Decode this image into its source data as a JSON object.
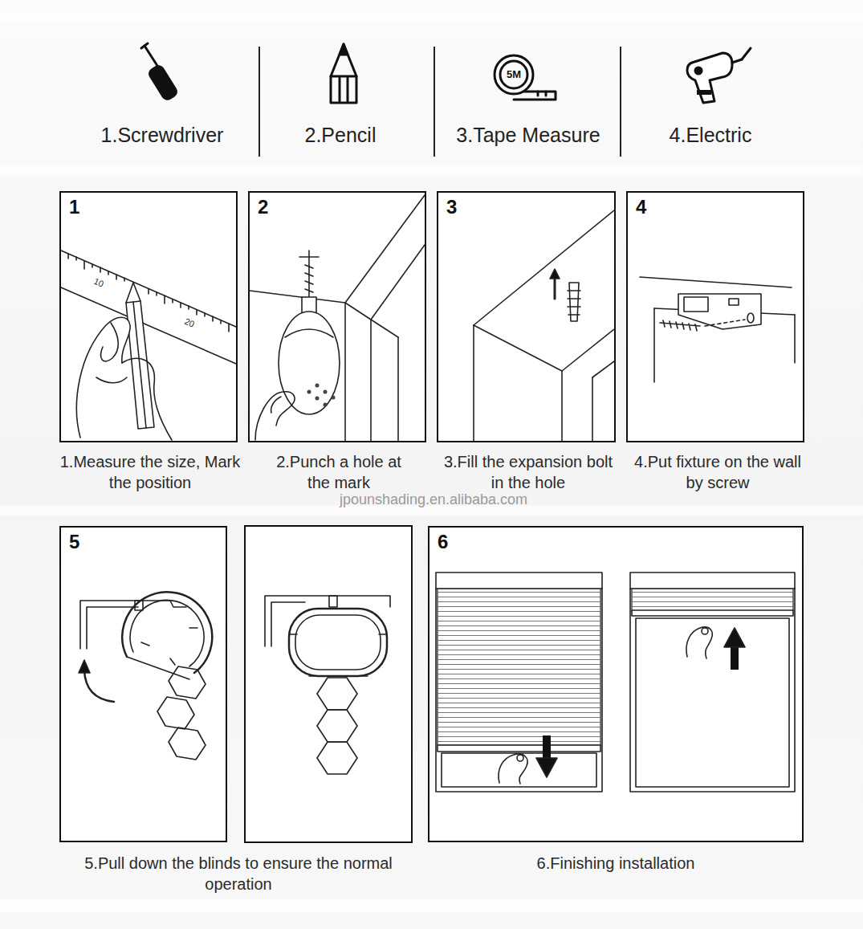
{
  "diagram": {
    "nodes": [
      {
        "text": [
          "1",
          "1.Measure the size, Mark the position"
        ]
      },
      {
        "text": [
          "2",
          "2.Punch a hole at the mark"
        ]
      },
      {
        "text": [
          "3",
          "3.Fill the expansion bolt in the hole"
        ]
      },
      {
        "text": [
          "4",
          "4.Put fixture on the wall by screw"
        ]
      },
      {
        "text": [
          "5",
          "5.Pull down the blinds to ensure the normal operation"
        ]
      },
      {
        "text": [
          "6",
          "6.Finishing installation"
        ]
      }
    ],
    "labels": [
      "1.Screwdriver",
      "2.Pencil",
      "3.Tape Measure",
      "4.Electric",
      "5M",
      "10",
      "20",
      "jpounshading.en.alibaba.com"
    ]
  }
}
